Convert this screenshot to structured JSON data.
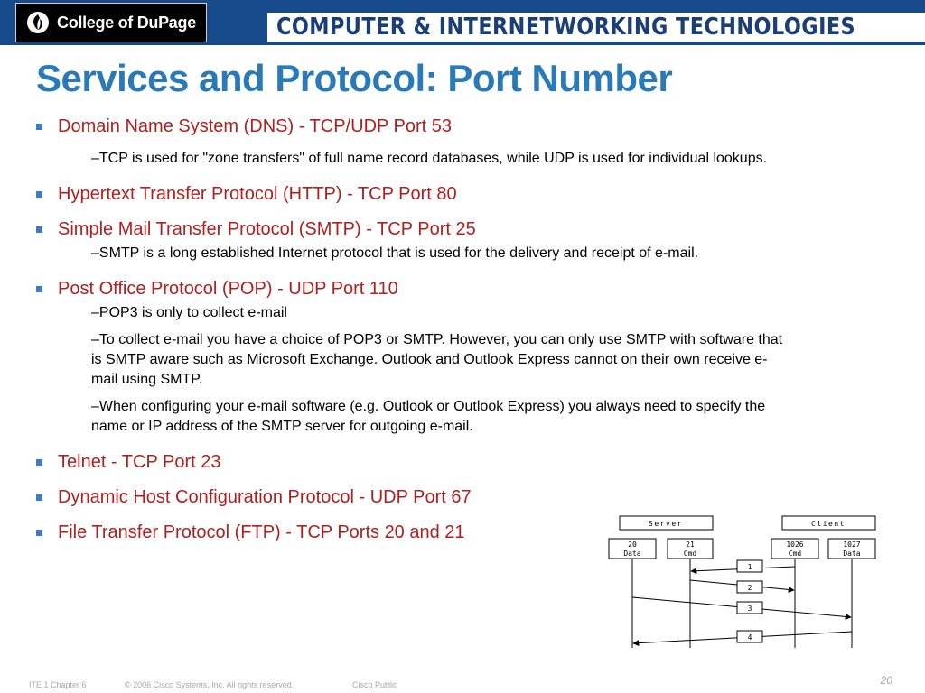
{
  "header": {
    "logo_text": "College of DuPage",
    "banner": "COMPUTER & INTERNETWORKING TECHNOLOGIES"
  },
  "title": "Services and Protocol: Port Number",
  "bullets": [
    {
      "text": "Domain Name System (DNS) - TCP/UDP Port 53",
      "subs": [
        "–TCP is used for \"zone transfers\" of full name record databases, while UDP is used for individual lookups."
      ]
    },
    {
      "text": "Hypertext Transfer Protocol (HTTP) - TCP Port 80",
      "subs": []
    },
    {
      "text": "Simple Mail Transfer Protocol (SMTP) - TCP Port 25",
      "subs": [
        "–SMTP is a long established Internet protocol that is used for the delivery and receipt of e-mail."
      ]
    },
    {
      "text": "Post Office Protocol (POP) - UDP Port 110",
      "subs": [
        "–POP3 is only to collect e-mail",
        "–To collect e-mail you have a choice of POP3 or SMTP. However, you can only use SMTP with software that is SMTP aware such as Microsoft Exchange. Outlook and Outlook Express cannot on their own receive e-mail using SMTP.",
        "–When configuring your e-mail software (e.g. Outlook or Outlook Express) you always need to specify the name or IP address of the SMTP server for outgoing e-mail."
      ]
    },
    {
      "text": "Telnet - TCP Port 23",
      "subs": []
    },
    {
      "text": "Dynamic Host Configuration Protocol - UDP Port 67",
      "subs": []
    },
    {
      "text": "File Transfer Protocol (FTP) - TCP Ports 20 and 21",
      "subs": []
    }
  ],
  "diagram": {
    "server_label": "Server",
    "client_label": "Client",
    "ports": {
      "server_data": [
        "20",
        "Data"
      ],
      "server_cmd": [
        "21",
        "Cmd"
      ],
      "client_cmd": [
        "1026",
        "Cmd"
      ],
      "client_data": [
        "1027",
        "Data"
      ]
    },
    "steps": [
      "1",
      "2",
      "3",
      "4"
    ]
  },
  "footer": {
    "chapter": "ITE 1 Chapter 6",
    "copyright": "© 2006 Cisco Systems, Inc. All rights reserved.",
    "classification": "Cisco Public",
    "page_number": "20"
  }
}
